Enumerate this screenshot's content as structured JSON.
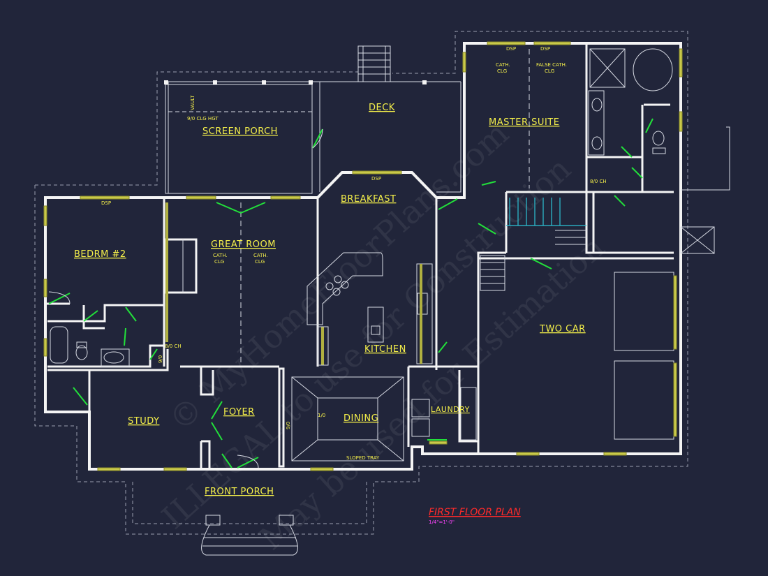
{
  "rooms": {
    "screen_porch": "SCREEN PORCH",
    "deck": "DECK",
    "master_suite": "MASTER SUITE",
    "breakfast": "BREAKFAST",
    "great_room": "GREAT ROOM",
    "bedroom2": "BEDRM #2",
    "kitchen": "KITCHEN",
    "two_car": "TWO CAR",
    "study": "STUDY",
    "foyer": "FOYER",
    "dining": "DINING",
    "laundry": "LAUNDRY",
    "front_porch": "FRONT PORCH"
  },
  "notes": {
    "vault": "VAULT",
    "clg_hgt": "9/0 CLG HGT",
    "dsp": "DSP",
    "cath_clg_1": "CATH.",
    "cath_clg_2": "CLG",
    "false_cath_1": "FALSE CATH.",
    "false_cath_2": "CLG",
    "sloped_tray": "SLOPED TRAY",
    "clg_90": "9/0",
    "clg_80": "8/0 CH",
    "clg_10": "1/0"
  },
  "title_block": {
    "title": "FIRST FLOOR PLAN",
    "scale": "1/4\"=1'-0\""
  },
  "watermark": {
    "line1": "© MyHomeFloorPlans.com",
    "line2": "ILLEGAL to use for Construction",
    "line3": "May be used for Estimation"
  },
  "colors": {
    "background": "#21253a",
    "walls": "#f4f4f4",
    "labels": "#f5f04a",
    "doors": "#22e03a",
    "title": "#ff2a2a"
  }
}
